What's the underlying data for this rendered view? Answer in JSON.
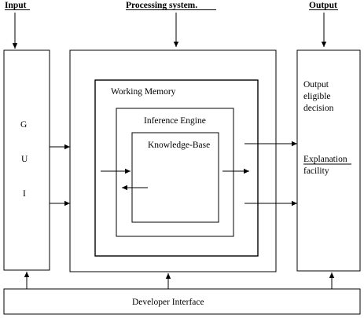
{
  "headers": {
    "input": "Input",
    "processing": "Processing system.",
    "output": "Output"
  },
  "gui": {
    "letters": [
      "G",
      "U",
      "I"
    ]
  },
  "working_memory": {
    "label": "Working Memory"
  },
  "inference_engine": {
    "label": "Inference Engine"
  },
  "knowledge_base": {
    "label": "Knowledge-Base"
  },
  "output_panel": {
    "decision_lines": [
      "Output",
      "eligible",
      "decision"
    ],
    "explanation_lines": [
      "Explanation",
      "facility"
    ]
  },
  "developer_interface": {
    "label": "Developer Interface"
  }
}
